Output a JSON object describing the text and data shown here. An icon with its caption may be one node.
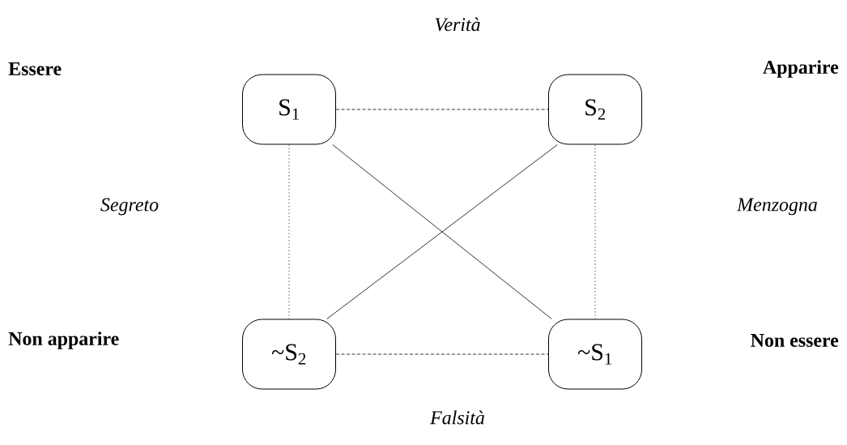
{
  "diagram": {
    "nodes": [
      {
        "text": [
          "S$_{1}$"
        ]
      },
      {
        "text": [
          "S$_{2}$"
        ]
      },
      {
        "text": [
          "~S$_{2}$"
        ]
      },
      {
        "text": [
          "~S$_{1}$"
        ]
      }
    ],
    "edges": [
      {
        "from": 0,
        "to": 1,
        "arrow": "none",
        "style": "dashed"
      },
      {
        "from": 2,
        "to": 3,
        "arrow": "none",
        "style": "dashed"
      },
      {
        "from": 0,
        "to": 2,
        "arrow": "none",
        "style": "dashed"
      },
      {
        "from": 1,
        "to": 3,
        "arrow": "none",
        "style": "dashed"
      },
      {
        "from": 0,
        "to": 3,
        "arrow": "none"
      },
      {
        "from": 1,
        "to": 2,
        "arrow": "none"
      }
    ],
    "labels": [
      "Verità",
      "Essere",
      "Apparire",
      "Segreto",
      "Menzogna",
      "Non apparire",
      "Non essere",
      "Falsità"
    ]
  }
}
